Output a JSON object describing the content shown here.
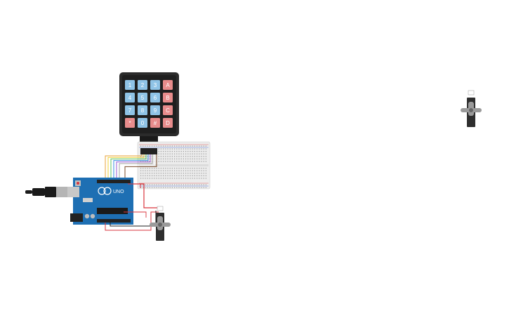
{
  "keypad": {
    "keys": [
      {
        "label": "1",
        "type": "num"
      },
      {
        "label": "2",
        "type": "num"
      },
      {
        "label": "3",
        "type": "num"
      },
      {
        "label": "A",
        "type": "alpha"
      },
      {
        "label": "4",
        "type": "num"
      },
      {
        "label": "5",
        "type": "num"
      },
      {
        "label": "6",
        "type": "num"
      },
      {
        "label": "B",
        "type": "alpha"
      },
      {
        "label": "7",
        "type": "num"
      },
      {
        "label": "8",
        "type": "num"
      },
      {
        "label": "9",
        "type": "num"
      },
      {
        "label": "C",
        "type": "alpha"
      },
      {
        "label": "*",
        "type": "alpha"
      },
      {
        "label": "0",
        "type": "num"
      },
      {
        "label": "#",
        "type": "alpha"
      },
      {
        "label": "D",
        "type": "alpha"
      }
    ]
  },
  "arduino": {
    "brand": "UNO"
  },
  "colors": {
    "keypad_body": "#2b2b2b",
    "key_num": "#8fc3e6",
    "key_alpha": "#e88c8c",
    "arduino_board": "#1e6fb3",
    "breadboard": "#ececec",
    "servo_body": "#2e2e2e",
    "servo_horn": "#9a9a9a",
    "wire_red": "#d9363e",
    "wire_black": "#222222",
    "usb_cable": "#1a1a1a"
  },
  "wires": [
    {
      "color": "#e8a33a"
    },
    {
      "color": "#f0d23a"
    },
    {
      "color": "#5cc35c"
    },
    {
      "color": "#3a8fe0"
    },
    {
      "color": "#9a5ad6"
    },
    {
      "color": "#a0a0a0"
    },
    {
      "color": "#ffffff"
    },
    {
      "color": "#7a4a2a"
    }
  ]
}
